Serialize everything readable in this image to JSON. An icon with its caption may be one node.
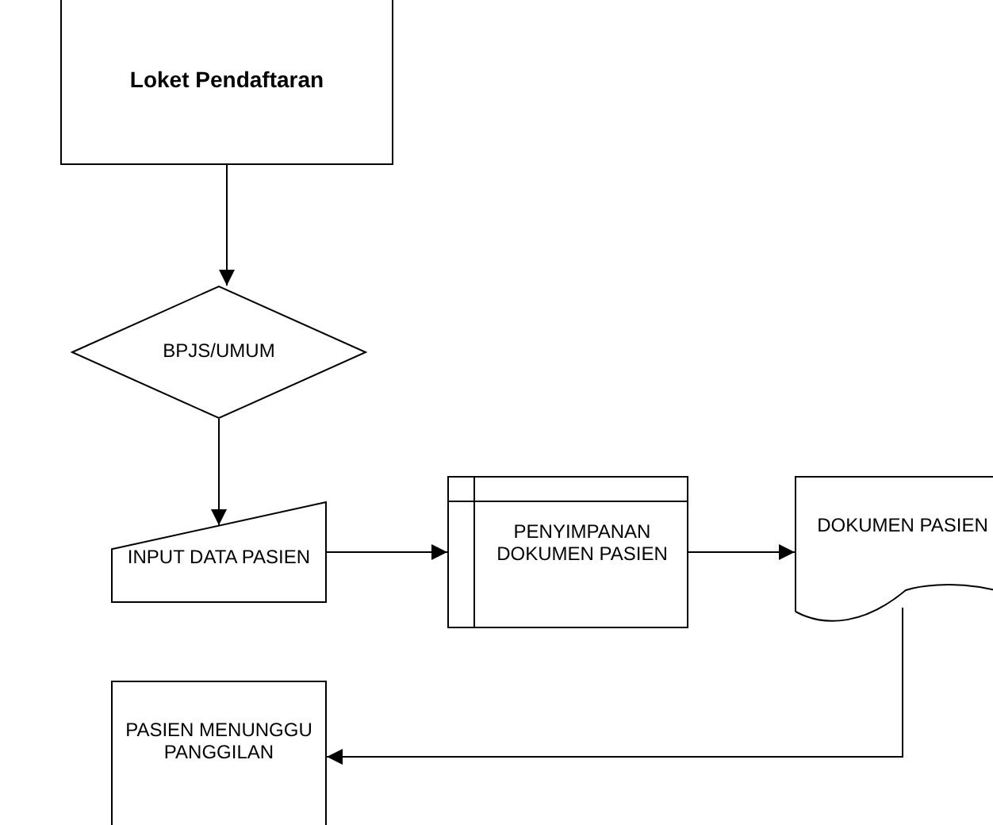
{
  "diagram": {
    "nodes": [
      {
        "text": [
          "Loket Pendaftaran"
        ]
      },
      {
        "text": [
          "BPJS/UMUM"
        ]
      },
      {
        "text": [
          "INPUT DATA PASIEN"
        ]
      },
      {
        "text": [
          "PENYIMPANAN DOKUMEN PASIEN"
        ]
      },
      {
        "text": [
          "DOKUMEN PASIEN"
        ]
      },
      {
        "text": [
          "PASIEN MENUNGGU PANGGILAN"
        ]
      }
    ],
    "edges": [
      {
        "from": 0,
        "to": 1,
        "arrow": "to"
      },
      {
        "from": 1,
        "to": 2,
        "arrow": "to"
      },
      {
        "from": 2,
        "to": 3,
        "arrow": "to"
      },
      {
        "from": 3,
        "to": 4,
        "arrow": "to"
      },
      {
        "from": 4,
        "to": 5,
        "arrow": "to"
      }
    ]
  }
}
